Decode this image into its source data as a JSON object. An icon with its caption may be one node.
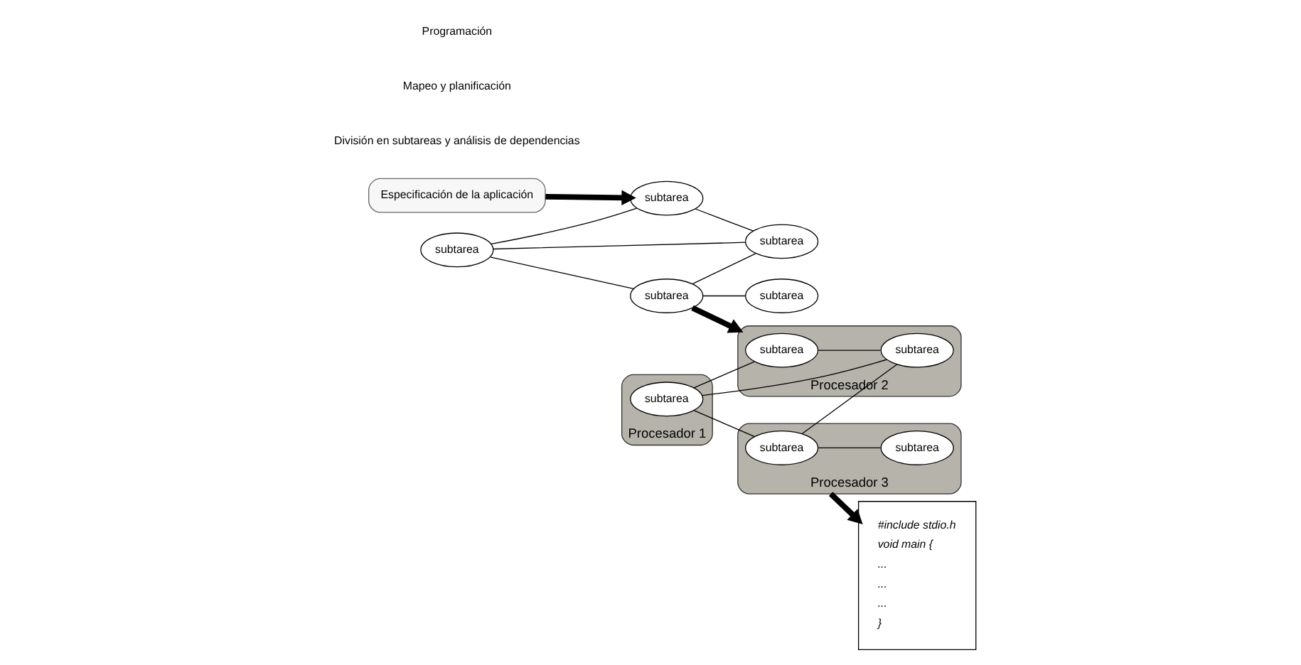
{
  "diagram": {
    "nodes": [
      {
        "text": [
          "Especificación de la aplicación"
        ]
      },
      {
        "text": [
          "subtarea"
        ]
      },
      {
        "text": [
          "subtarea"
        ]
      },
      {
        "text": [
          "subtarea"
        ]
      },
      {
        "text": [
          "subtarea"
        ]
      },
      {
        "text": [
          "subtarea"
        ]
      },
      {
        "text": [
          "Procesador 1"
        ]
      },
      {
        "text": [
          "subtarea"
        ],
        "in": 6
      },
      {
        "text": [
          "Procesador 2"
        ]
      },
      {
        "text": [
          "subtarea"
        ],
        "in": 8
      },
      {
        "text": [
          "subtarea"
        ],
        "in": 8
      },
      {
        "text": [
          "Procesador 3"
        ]
      },
      {
        "text": [
          "subtarea"
        ],
        "in": 11
      },
      {
        "text": [
          "subtarea"
        ],
        "in": 11
      },
      {
        "text": [
          "#include stdio.h",
          "void main {",
          "...",
          "...",
          "...",
          "}"
        ]
      }
    ],
    "edges": [
      {
        "from": 0,
        "to": 2,
        "arrow": "to",
        "style": "thick"
      },
      {
        "from": 1,
        "to": 2,
        "arrow": "none"
      },
      {
        "from": 1,
        "to": 4,
        "arrow": "none"
      },
      {
        "from": 1,
        "to": 3,
        "arrow": "none"
      },
      {
        "from": 2,
        "to": 4,
        "arrow": "none"
      },
      {
        "from": 3,
        "to": 4,
        "arrow": "none"
      },
      {
        "from": 3,
        "to": 5,
        "arrow": "none"
      },
      {
        "from": 3,
        "to": 8,
        "arrow": "to",
        "style": "thick"
      },
      {
        "from": 7,
        "to": 9,
        "arrow": "none"
      },
      {
        "from": 7,
        "to": 10,
        "arrow": "none"
      },
      {
        "from": 7,
        "to": 12,
        "arrow": "none"
      },
      {
        "from": 9,
        "to": 10,
        "arrow": "none"
      },
      {
        "from": 12,
        "to": 10,
        "arrow": "none"
      },
      {
        "from": 12,
        "to": 13,
        "arrow": "none"
      },
      {
        "from": 11,
        "to": 14,
        "arrow": "to",
        "style": "thick"
      }
    ],
    "labels": [
      "División en subtareas y análisis de dependencias",
      "Mapeo y planificación",
      "Programación"
    ]
  }
}
